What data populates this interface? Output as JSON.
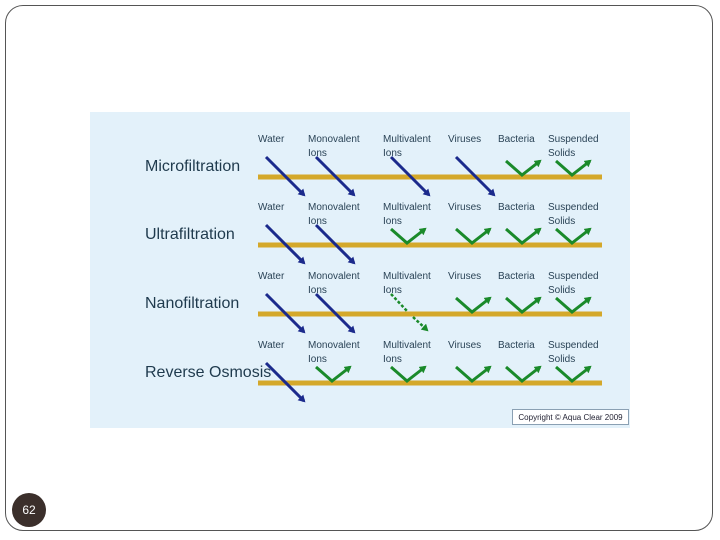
{
  "slide": {
    "page_number": "62"
  },
  "diagram": {
    "copyright": "Copyright © Aqua Clear 2009",
    "colors": {
      "passes": "#1b2a8c",
      "rejected": "#1a8a2a",
      "membrane": "#d4a82a",
      "background": "#e3f1fa"
    },
    "rows": [
      {
        "process": "Microfiltration",
        "columns": [
          {
            "label": [
              "Water"
            ],
            "outcome": "pass"
          },
          {
            "label": [
              "Monovalent",
              "Ions"
            ],
            "outcome": "pass"
          },
          {
            "label": [
              "Multivalent",
              "Ions"
            ],
            "outcome": "pass"
          },
          {
            "label": [
              "Viruses"
            ],
            "outcome": "pass"
          },
          {
            "label": [
              "Bacteria"
            ],
            "outcome": "reject"
          },
          {
            "label": [
              "Suspended",
              "Solids"
            ],
            "outcome": "reject"
          }
        ]
      },
      {
        "process": "Ultrafiltration",
        "columns": [
          {
            "label": [
              "Water"
            ],
            "outcome": "pass"
          },
          {
            "label": [
              "Monovalent",
              "Ions"
            ],
            "outcome": "pass"
          },
          {
            "label": [
              "Multivalent",
              "Ions"
            ],
            "outcome": "reject"
          },
          {
            "label": [
              "Viruses"
            ],
            "outcome": "reject"
          },
          {
            "label": [
              "Bacteria"
            ],
            "outcome": "reject"
          },
          {
            "label": [
              "Suspended",
              "Solids"
            ],
            "outcome": "reject"
          }
        ]
      },
      {
        "process": "Nanofiltration",
        "columns": [
          {
            "label": [
              "Water"
            ],
            "outcome": "pass"
          },
          {
            "label": [
              "Monovalent",
              "Ions"
            ],
            "outcome": "pass"
          },
          {
            "label": [
              "Multivalent",
              "Ions"
            ],
            "outcome": "partial"
          },
          {
            "label": [
              "Viruses"
            ],
            "outcome": "reject"
          },
          {
            "label": [
              "Bacteria"
            ],
            "outcome": "reject"
          },
          {
            "label": [
              "Suspended",
              "Solids"
            ],
            "outcome": "reject"
          }
        ]
      },
      {
        "process": "Reverse Osmosis",
        "columns": [
          {
            "label": [
              "Water"
            ],
            "outcome": "pass"
          },
          {
            "label": [
              "Monovalent",
              "Ions"
            ],
            "outcome": "reject"
          },
          {
            "label": [
              "Multivalent",
              "Ions"
            ],
            "outcome": "reject"
          },
          {
            "label": [
              "Viruses"
            ],
            "outcome": "reject"
          },
          {
            "label": [
              "Bacteria"
            ],
            "outcome": "reject"
          },
          {
            "label": [
              "Suspended",
              "Solids"
            ],
            "outcome": "reject"
          }
        ]
      }
    ]
  }
}
